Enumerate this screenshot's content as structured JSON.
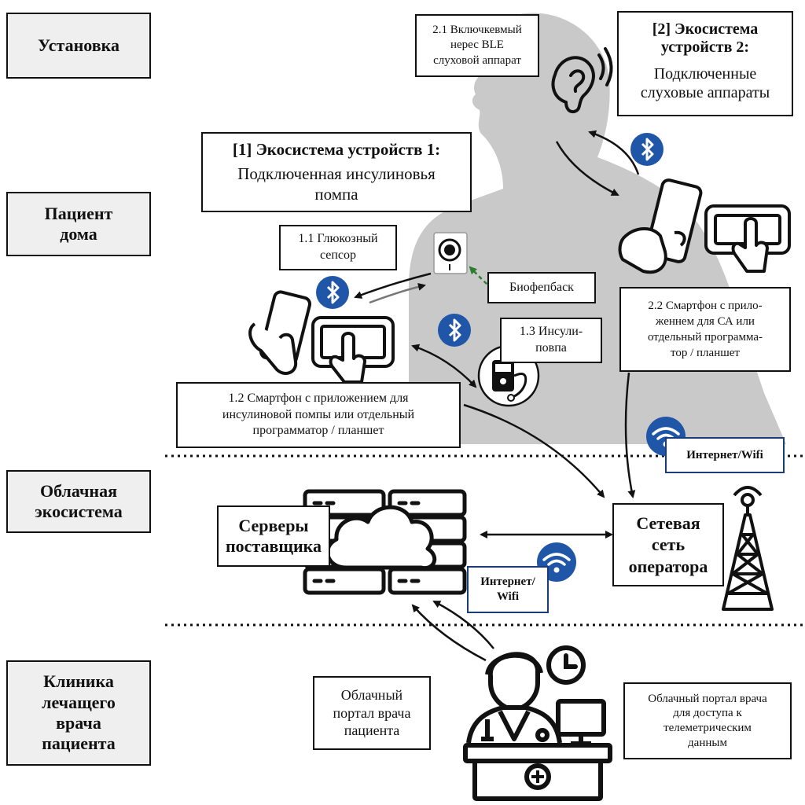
{
  "stages": {
    "install": "Установка",
    "home": "Пациент\nдома",
    "cloud": "Облачная\nэкосистема",
    "clinic": "Клиника\nлечащего\nврача\nпациента"
  },
  "ecosystem1": {
    "title": "[1] Экосистема устройств 1:",
    "subtitle": "Подключенная инсулиновья\nпомпа"
  },
  "ecosystem2": {
    "title": "[2] Экосистема\nустройств 2:",
    "subtitle": "Подключенные\nслуховые аппараты"
  },
  "labels": {
    "hearing_aid": "2.1 Включкевмый\nнерес BLE\nслуховой аппарат",
    "glucose_sensor": "1.1 Глюкозный\nсепсор",
    "biofeedback": "Биофепбаск",
    "insulin_pump": "1.3 Инсули-\nповпа",
    "smartphone_pump": "1.2 Смартфон с приложением для\nинсулиновой помпы или отдельный\nпрограмматор / планшет",
    "smartphone_hearing": "2.2 Смартфон с прило-\nженнем для СА или\nотдельный программа-\nтор / планшет",
    "internet_top": "Интернет/Wifi",
    "internet_bottom": "Интернет/\nWifi",
    "vendor_servers": "Серверы\nпоставщика",
    "operator_network": "Сетевая\nсеть\nоператора",
    "doctor_portal": "Облачный\nпортал врача\nпациента",
    "telemetry_portal": "Облачный портал врача\nдля доступа к\nтелеметрическим\nданным"
  },
  "icons": [
    "person-silhouette-icon",
    "ear-icon",
    "bluetooth-icon",
    "smartphone-hand-icon",
    "tablet-touch-icon",
    "glucose-sensor-icon",
    "insulin-pump-icon",
    "wifi-icon",
    "server-rack-icon",
    "cloud-icon",
    "cell-tower-icon",
    "doctor-icon",
    "clock-icon",
    "monitor-icon",
    "medical-desk-icon"
  ],
  "colors": {
    "bluetooth": "#1f56a8",
    "wifi_border": "#1a3d7a",
    "silhouette": "#c9c9c9",
    "biofeedback_arrow": "#2e7d32",
    "side_fill": "#efefef"
  }
}
